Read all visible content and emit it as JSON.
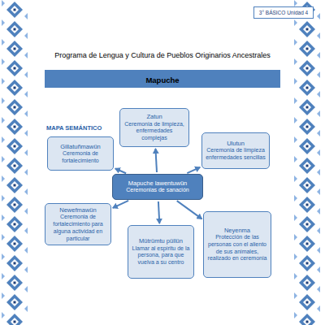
{
  "diagram": {
    "title": "Mapa semántico: Ceremonias de sanación",
    "nodes": [
      {
        "text": [
          "Zatun",
          "Ceremonia de limpieza, enfermedades complejas"
        ]
      },
      {
        "text": [
          "Gillatuñmawün",
          "Ceremonia de fortalecimiento"
        ]
      },
      {
        "text": [
          "Ulutun",
          "Ceremonia de limpieza enfermedades sencillas"
        ]
      },
      {
        "text": [
          "Mapuche lawentuwün",
          "Ceremonias de sanación"
        ]
      },
      {
        "text": [
          "Newefmawün",
          "Ceremonia de fortalecimiento para alguna actividad en particular"
        ]
      },
      {
        "text": [
          "Mütrümtu püllün",
          "Llamar al espíritu de la persona, para que vuelva a su centro"
        ]
      },
      {
        "text": [
          "Neyenma",
          "Protección de las personas con el aliento de sus animales, realizado en ceremonia"
        ]
      }
    ],
    "edges": [
      {
        "from": 3,
        "to": 0,
        "arrow": "to"
      },
      {
        "from": 3,
        "to": 1,
        "arrow": "to"
      },
      {
        "from": 3,
        "to": 2,
        "arrow": "to"
      },
      {
        "from": 3,
        "to": 4,
        "arrow": "to"
      },
      {
        "from": 3,
        "to": 5,
        "arrow": "to"
      },
      {
        "from": 3,
        "to": 6,
        "arrow": "to"
      }
    ],
    "labels": [
      "3° BÁSICO Unidad 4",
      "Programa de Lengua y Cultura de Pueblos Originarios Ancestrales",
      "Mapuche",
      "MAPA SEMÁNTICO"
    ]
  }
}
